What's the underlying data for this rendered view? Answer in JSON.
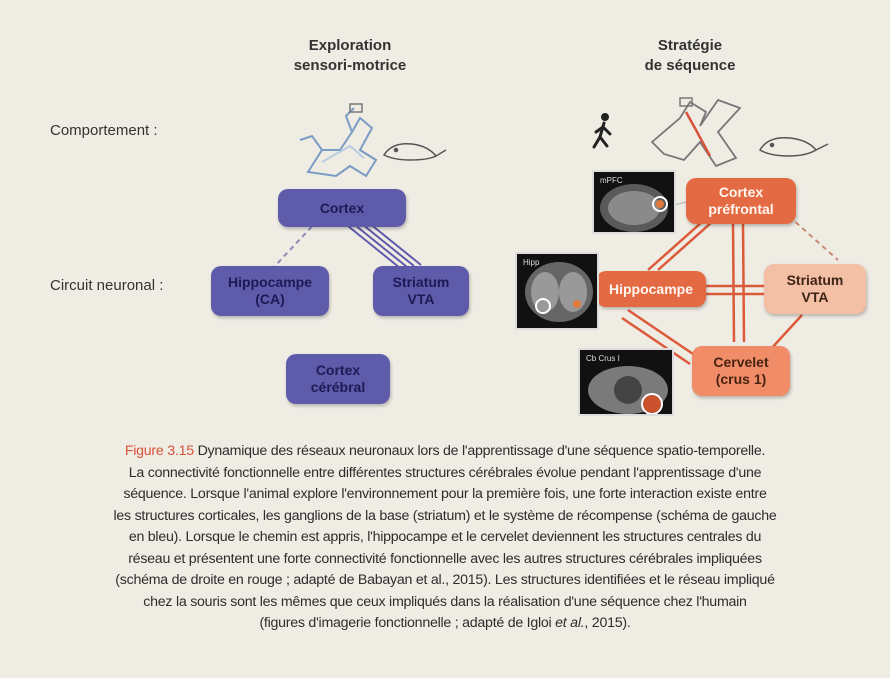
{
  "columns": {
    "left_title": [
      "Exploration",
      "sensori-motrice"
    ],
    "right_title": [
      "Stratégie",
      "de séquence"
    ]
  },
  "rows": {
    "behavior": "Comportement :",
    "circuit": "Circuit neuronal :"
  },
  "left_nodes": {
    "cortex": [
      "Cortex"
    ],
    "hippocampe": [
      "Hippocampe",
      "(CA)"
    ],
    "striatum": [
      "Striatum",
      "VTA"
    ],
    "cortex_cerebral": [
      "Cortex",
      "cérébral"
    ]
  },
  "right_nodes": {
    "cortex_prefrontal": [
      "Cortex",
      "préfrontal"
    ],
    "hippocampe": [
      "Hippocampe"
    ],
    "striatum": [
      "Striatum",
      "VTA"
    ],
    "cervelet": [
      "Cervelet",
      "(crus 1)"
    ]
  },
  "thumbnails": {
    "mpfc": "mPFC",
    "hipp": "Hipp",
    "cb": "Cb Crus I"
  },
  "caption": {
    "fig_label": "Figure 3.15",
    "line1": "Dynamique des réseaux neuronaux lors de l'apprentissage d'une séquence spatio-temporelle.",
    "line2": "La connectivité fonctionnelle entre différentes structures cérébrales évolue pendant l'apprentissage d'une",
    "line3": "séquence. Lorsque l'animal explore l'environnement pour la première fois, une forte interaction existe entre",
    "line4": "les structures corticales, les ganglions de la base (striatum) et le système de récompense (schéma de gauche",
    "line5": "en bleu). Lorsque le chemin est appris, l'hippocampe et le cervelet deviennent les structures centrales du",
    "line6": "réseau et présentent une forte connectivité fonctionnelle avec les autres structures cérébrales impliquées",
    "line7": "(schéma de droite en rouge ; adapté de Babayan et al., 2015). Les structures identifiées et le réseau impliqué",
    "line8": "chez la souris sont les mêmes que ceux impliqués dans la réalisation d'une séquence chez l'humain",
    "line9_pre": "(figures d'imagerie fonctionnelle ; adapté de Igloi ",
    "line9_etal": "et al.",
    "line9_post": ", 2015)."
  },
  "colors": {
    "blue_node": "#5f5bab",
    "orange_strong": "#e46a43",
    "orange_mid": "#f08d68",
    "orange_light": "#f3bfa5",
    "figure_label": "#d9533b"
  },
  "icons": [
    "maze-icon",
    "mouse-icon",
    "walking-person-icon",
    "y-maze-icon"
  ]
}
